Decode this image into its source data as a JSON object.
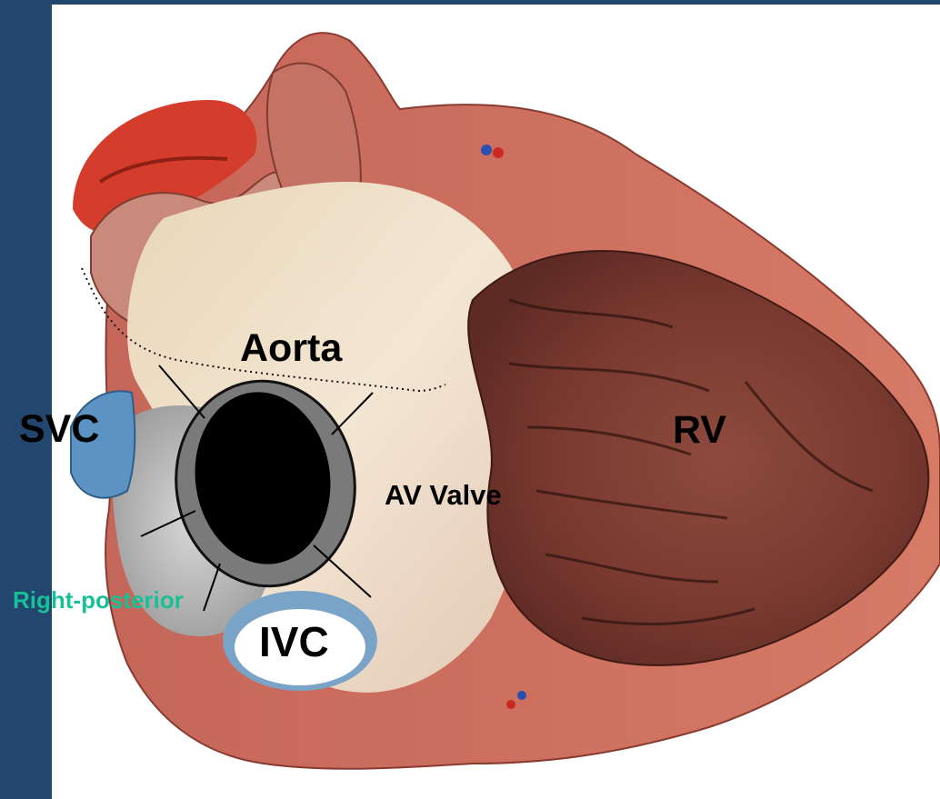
{
  "labels": {
    "aorta": "Aorta",
    "svc": "SVC",
    "rv": "RV",
    "av_valve": "AV Valve",
    "ivc": "IVC",
    "right_posterior": "Right-posterior"
  },
  "colors": {
    "frame": "#22466e",
    "right_posterior_text": "#17c197",
    "label_text": "#000000",
    "defect_fill": "#000000",
    "defect_ring": "#7a7a7a"
  },
  "icons": {
    "illustration": "heart-cross-section-illustration"
  }
}
